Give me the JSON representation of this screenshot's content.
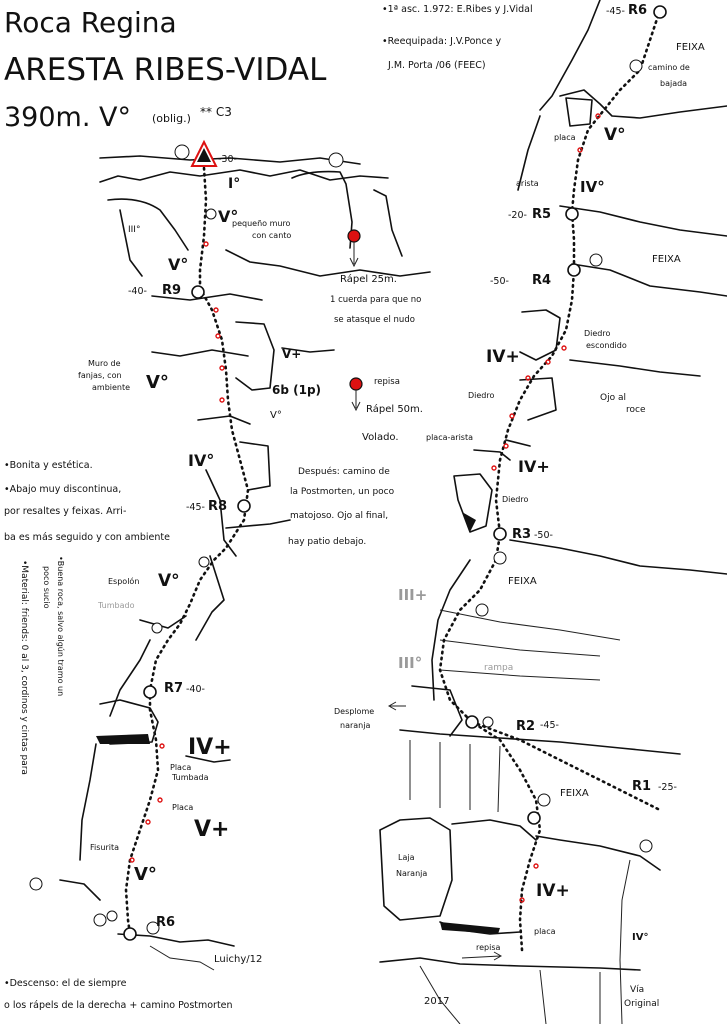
{
  "header": {
    "crag": "Roca Regina",
    "route_name": "ARESTA RIBES-VIDAL",
    "length_grade": "390m. V°",
    "oblig": "(oblig.)",
    "stars_c": "** C3"
  },
  "credits": {
    "first_ascent": "•1ª asc. 1.972: E.Ribes y J.Vidal",
    "reequip_1": "•Reequipada: J.V.Ponce y",
    "reequip_2": "J.M. Porta /06 (FEEC)"
  },
  "notes_left": {
    "line1": "•Bonita y estética.",
    "line2": "•Abajo muy discontinua,",
    "line3": "por resaltes y feixas. Arri-",
    "line4": "ba es más seguido y con ambiente",
    "rock_1": "•Buena roca, salvo algún tramo un",
    "rock_2": "poco sucio",
    "material": "•Material: friends: 0 al 3, cordinos y cintas para",
    "descent_1": "•Descenso: el de siempre",
    "descent_2": "o los rápels de la derecha + camino Postmorten",
    "author": "Luichy/12"
  },
  "descent_notes": {
    "rappel_25": "Rápel 25m.",
    "rappel_25_note_1": "1 cuerda para que no",
    "rappel_25_note_2": "se atasque el nudo",
    "rappel_50": "Rápel 50m.",
    "repisa": "repisa",
    "volado": "Volado.",
    "walk_1": "Después: camino de",
    "walk_2": "la Postmorten, un poco",
    "walk_3": "matojoso. Ojo al final,",
    "walk_4": "hay patio debajo."
  },
  "belays": {
    "r1": "R1",
    "r1_len": "-25-",
    "r2": "R2",
    "r2_len": "-45-",
    "r3": "R3",
    "r3_len": "-50-",
    "r4": "R4",
    "r4_len": "-50-",
    "r5": "R5",
    "r5_len": "-20-",
    "r6": "R6",
    "r6_len": "-45-",
    "r6b": "R6",
    "r7": "R7",
    "r7_len": "-40-",
    "r8": "R8",
    "r8_len": "-45-",
    "r9": "R9",
    "r9_len": "-40-",
    "top_len": "-30-"
  },
  "grades": {
    "g_right_upper_v": "V°",
    "g_right_iv_a": "IV°",
    "g_right_ivp_a": "IV+",
    "g_right_ivp_b": "IV+",
    "g_right_iiip": "III+",
    "g_right_iii": "III°",
    "g_right_ivp_c": "IV+",
    "g_right_iv_b": "IV°",
    "g_left_i": "I°",
    "g_left_iii": "III°",
    "g_left_v1": "V°",
    "g_left_v2": "V°",
    "g_left_vp": "V+",
    "g_left_v3": "V°",
    "g_left_6b": "6b (1p)",
    "g_left_v4": "V°",
    "g_left_iv": "IV°",
    "g_left_v5": "V°",
    "g_left_ivp": "IV+",
    "g_left_vp2": "V+",
    "g_left_v6": "V°"
  },
  "features": {
    "feixa_1": "FEIXA",
    "feixa_2": "FEIXA",
    "feixa_3": "FEIXA",
    "feixa_4": "FEIXA",
    "camino_bajada_1": "camino de",
    "camino_bajada_2": "bajada",
    "placa": "placa",
    "arista": "arista",
    "diedro_escondido_1": "Diedro",
    "diedro_escondido_2": "escondido",
    "diedro": "Diedro",
    "ojo_1": "Ojo al",
    "ojo_2": "roce",
    "placa_arista": "placa-arista",
    "diedro2": "Diedro",
    "rampa": "rampa",
    "desplome_1": "Desplome",
    "desplome_2": "naranja",
    "laja_1": "Laja",
    "laja_2": "Naranja",
    "placa2": "placa",
    "repisa2": "repisa",
    "via_original_1": "Vía",
    "via_original_2": "Original",
    "year": "2017",
    "muro_1": "Muro de",
    "muro_2": "fanjas, con",
    "muro_3": "ambiente",
    "pequeno_1": "pequeño muro",
    "pequeno_2": "con canto",
    "espolon_1": "Espolón",
    "espolon_2": "Tumbado",
    "placa_tumbada_1": "Placa",
    "placa_tumbada_2": "Tumbada",
    "placa3": "Placa",
    "fisurita": "Fisurita"
  },
  "colors": {
    "ink": "#111111",
    "bolt": "#d11111",
    "grey_text": "#9a9a9a"
  }
}
